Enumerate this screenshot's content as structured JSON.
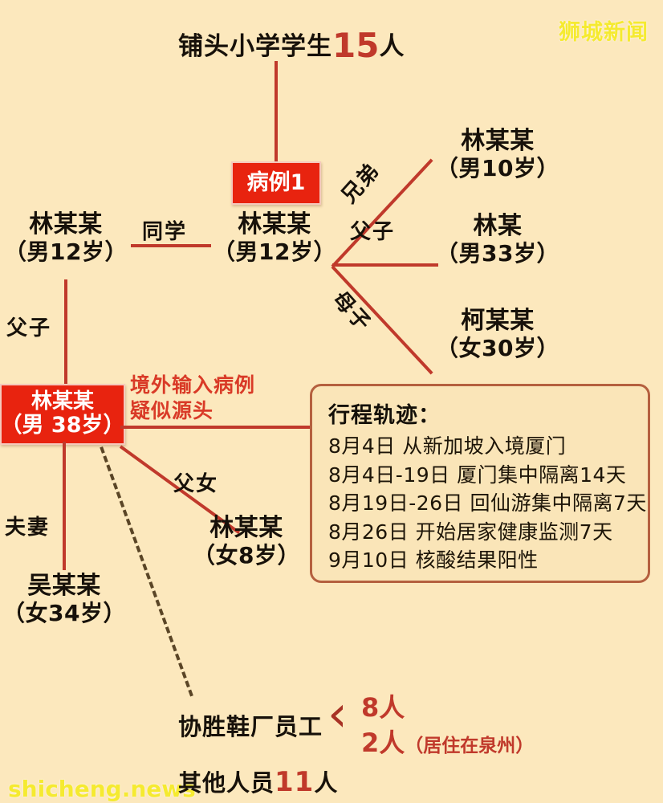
{
  "watermarks": {
    "top_right": "狮城新闻",
    "bottom_left": "shicheng.news"
  },
  "header": {
    "text_prefix": "铺头小学学生",
    "count": "15",
    "unit": "人"
  },
  "case_box": {
    "label": "病例1"
  },
  "source_box": {
    "name": "林某某",
    "age": "（男 38岁）"
  },
  "source_note": {
    "line1": "境外输入病例",
    "line2": "疑似源头"
  },
  "nodes": {
    "classmate_left": {
      "name": "林某某",
      "age": "（男12岁）"
    },
    "index_student": {
      "name": "林某某",
      "age": "（男12岁）"
    },
    "brother": {
      "name": "林某某",
      "age": "（男10岁）"
    },
    "father": {
      "name": "林某",
      "age": "（男33岁）"
    },
    "mother": {
      "name": "柯某某",
      "age": "（女30岁）"
    },
    "daughter": {
      "name": "林某某",
      "age": "（女8岁）"
    },
    "wife": {
      "name": "吴某某",
      "age": "（女34岁）"
    }
  },
  "relations": {
    "classmate": "同学",
    "father_son_left": "父子",
    "brothers": "兄弟",
    "father_son_right": "父子",
    "mother_son": "母子",
    "father_daughter": "父女",
    "spouse": "夫妻"
  },
  "panel": {
    "title": "行程轨迹：",
    "rows": [
      "8月4日 从新加坡入境厦门",
      "8月4日-19日 厦门集中隔离14天",
      "8月19日-26日 回仙游集中隔离7天",
      "8月26日 开始居家健康监测7天",
      "9月10日 核酸结果阳性"
    ]
  },
  "bottom": {
    "factory_label": "协胜鞋厂员工",
    "branch_1": "8人",
    "branch_2_count": "2人",
    "branch_2_note": "（居住在泉州）",
    "others_prefix": "其他人员",
    "others_count": "11",
    "others_unit": "人"
  },
  "colors": {
    "background": "#fce8bd",
    "accent_red": "#c0392b",
    "box_red": "#e8230f",
    "text_dark": "#17110a",
    "panel_border": "#b5603f",
    "watermark_yellow": "#f5ea30"
  }
}
